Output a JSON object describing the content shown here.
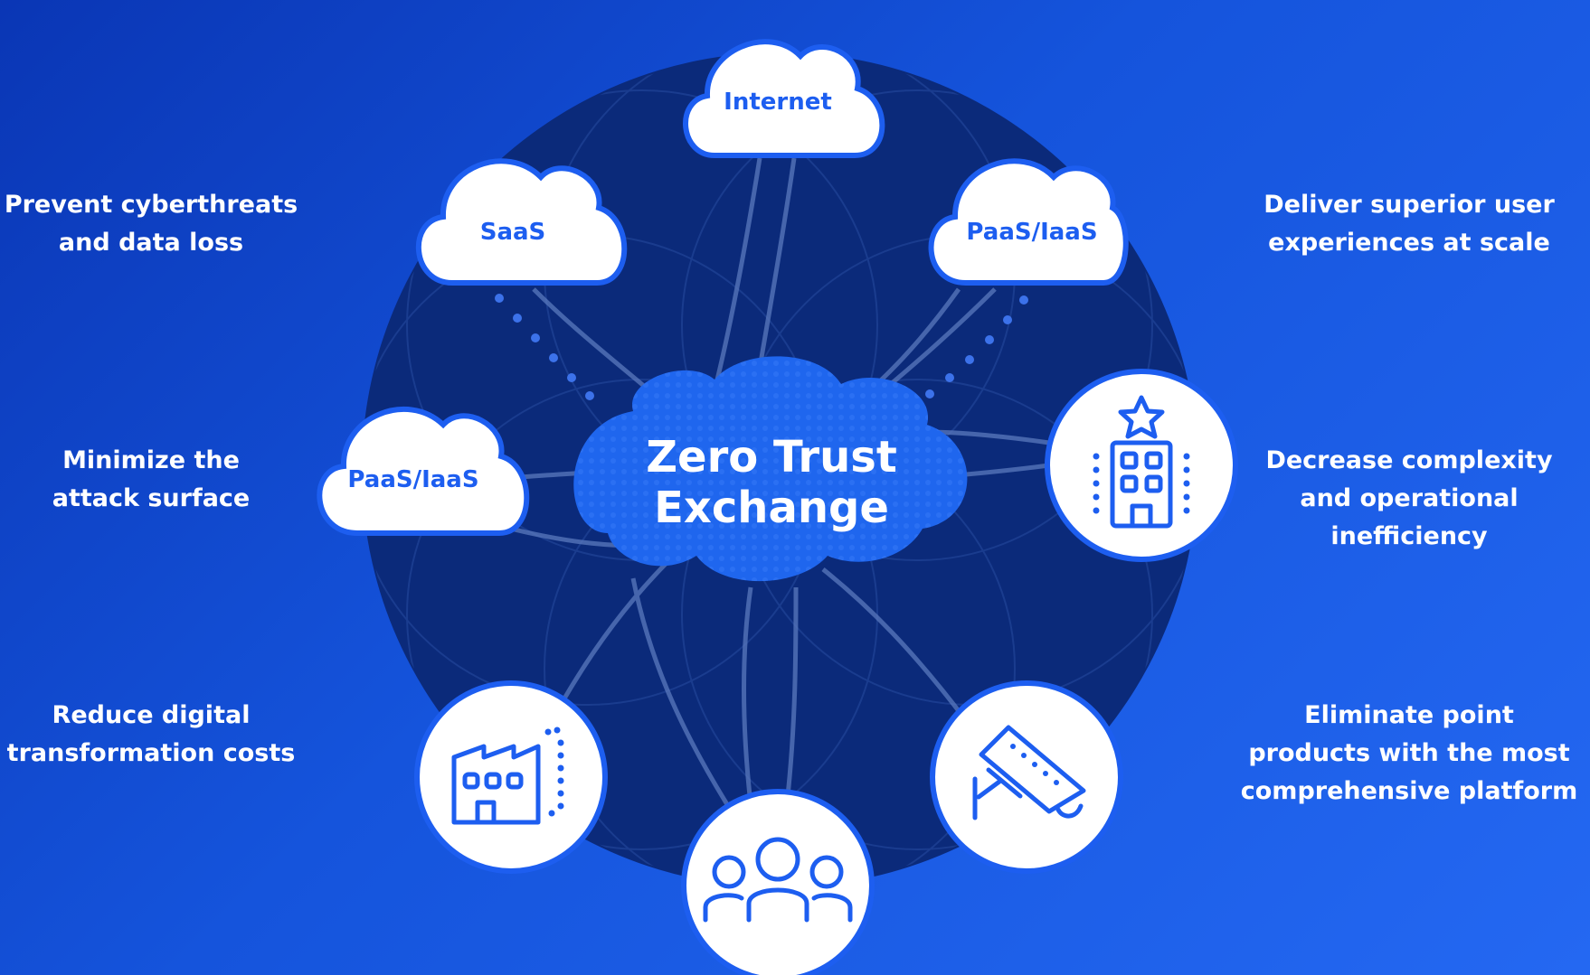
{
  "hub": {
    "line1": "Zero Trust",
    "line2": "Exchange"
  },
  "clouds": [
    {
      "name": "internet-cloud",
      "label": "Internet"
    },
    {
      "name": "saas-cloud",
      "label": "SaaS"
    },
    {
      "name": "paas-iaas-cloud-right",
      "label": "PaaS/IaaS"
    },
    {
      "name": "paas-iaas-cloud-left",
      "label": "PaaS/IaaS"
    }
  ],
  "nodes": [
    {
      "name": "office-building-node",
      "icon": "office-building-icon"
    },
    {
      "name": "factory-node",
      "icon": "factory-icon"
    },
    {
      "name": "security-camera-node",
      "icon": "security-camera-icon"
    },
    {
      "name": "users-node",
      "icon": "users-group-icon"
    }
  ],
  "benefits": {
    "left": [
      {
        "lines": [
          "Prevent cyberthreats",
          "and data loss"
        ]
      },
      {
        "lines": [
          "Minimize the",
          "attack surface"
        ]
      },
      {
        "lines": [
          "Reduce digital",
          "transformation costs"
        ]
      }
    ],
    "right": [
      {
        "lines": [
          "Deliver superior user",
          "experiences at scale"
        ]
      },
      {
        "lines": [
          "Decrease complexity",
          "and operational",
          "inefficiency"
        ]
      },
      {
        "lines": [
          "Eliminate point",
          "products with the most",
          "comprehensive platform"
        ]
      }
    ]
  },
  "colors": {
    "background": "#1554dc",
    "ring": "#0b2a7a",
    "accent": "#1d5ef0",
    "hub": "#1f66ee",
    "text": "#ffffff"
  }
}
